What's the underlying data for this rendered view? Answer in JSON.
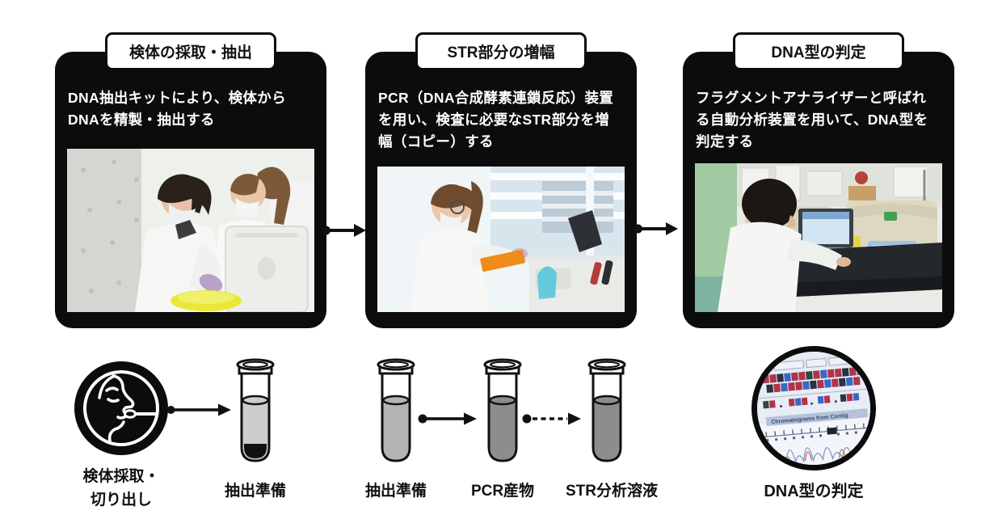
{
  "steps": [
    {
      "title": "検体の採取・抽出",
      "body_lines": [
        "DNA抽出キットにより、検体から",
        "DNAを精製・抽出する"
      ]
    },
    {
      "title": "STR部分の増幅",
      "body_lines": [
        "PCR（DNA合成酵素連鎖反応）装置",
        "を用い、検査に必要なSTR部分を増",
        "幅（コピー）する"
      ]
    },
    {
      "title": "DNA型の判定",
      "body_lines": [
        "フラグメントアナライザーと呼ばれ",
        "る自動分析装置を用いて、DNA型を",
        "判定する"
      ]
    }
  ],
  "bottom": {
    "sample_label_lines": [
      "検体採取・",
      "切り出し"
    ],
    "tubes": [
      {
        "label": "抽出準備",
        "fill": "#cdcdcd",
        "sediment_fill": "#111111"
      },
      {
        "label": "抽出準備",
        "fill": "#b4b4b4"
      },
      {
        "label": "PCR産物",
        "fill": "#8d8d8d"
      },
      {
        "label": "STR分析溶液",
        "fill": "#8d8d8d"
      }
    ],
    "result_label": "DNA型の判定",
    "screen_caption": "Chromatograms from Contig"
  },
  "colors": {
    "card_bg": "#0c0c0c",
    "ink": "#111111",
    "badge_bg": "#ffffff",
    "tube_light": "#cdcdcd",
    "tube_mid": "#b4b4b4",
    "tube_dark": "#8d8d8d"
  }
}
